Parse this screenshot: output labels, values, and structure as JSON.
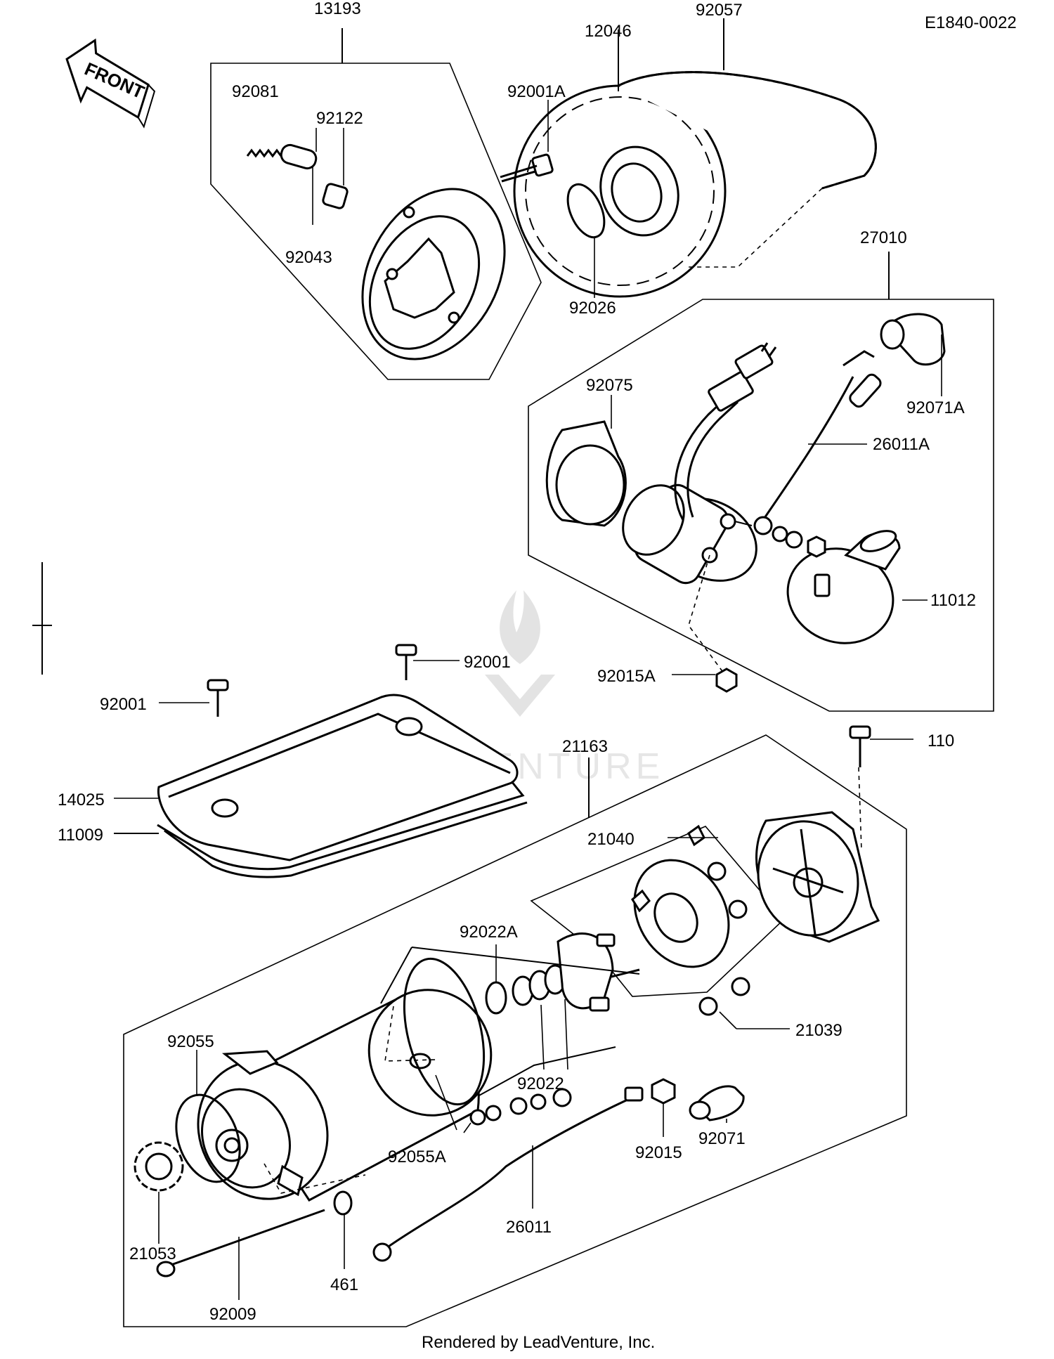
{
  "diagram": {
    "code": "E1840-0022",
    "front_label": "FRONT",
    "watermark": "LEADVENTURE",
    "footer": "Rendered by LeadVenture, Inc."
  },
  "parts": [
    {
      "id": "p-13193",
      "label": "13193"
    },
    {
      "id": "p-92081",
      "label": "92081"
    },
    {
      "id": "p-92122",
      "label": "92122"
    },
    {
      "id": "p-92043",
      "label": "92043"
    },
    {
      "id": "p-92057",
      "label": "92057"
    },
    {
      "id": "p-12046",
      "label": "12046"
    },
    {
      "id": "p-92001A",
      "label": "92001A"
    },
    {
      "id": "p-92026",
      "label": "92026"
    },
    {
      "id": "p-27010",
      "label": "27010"
    },
    {
      "id": "p-92075",
      "label": "92075"
    },
    {
      "id": "p-92071A",
      "label": "92071A"
    },
    {
      "id": "p-26011A",
      "label": "26011A"
    },
    {
      "id": "p-11012",
      "label": "11012"
    },
    {
      "id": "p-92015A",
      "label": "92015A"
    },
    {
      "id": "p-92001-a",
      "label": "92001"
    },
    {
      "id": "p-92001-b",
      "label": "92001"
    },
    {
      "id": "p-14025",
      "label": "14025"
    },
    {
      "id": "p-11009",
      "label": "11009"
    },
    {
      "id": "p-21163",
      "label": "21163"
    },
    {
      "id": "p-110",
      "label": "110"
    },
    {
      "id": "p-21040",
      "label": "21040"
    },
    {
      "id": "p-92022A",
      "label": "92022A"
    },
    {
      "id": "p-21039",
      "label": "21039"
    },
    {
      "id": "p-92055",
      "label": "92055"
    },
    {
      "id": "p-92022",
      "label": "92022"
    },
    {
      "id": "p-92055A",
      "label": "92055A"
    },
    {
      "id": "p-92015",
      "label": "92015"
    },
    {
      "id": "p-92071",
      "label": "92071"
    },
    {
      "id": "p-26011",
      "label": "26011"
    },
    {
      "id": "p-21053",
      "label": "21053"
    },
    {
      "id": "p-461",
      "label": "461"
    },
    {
      "id": "p-92009",
      "label": "92009"
    }
  ]
}
